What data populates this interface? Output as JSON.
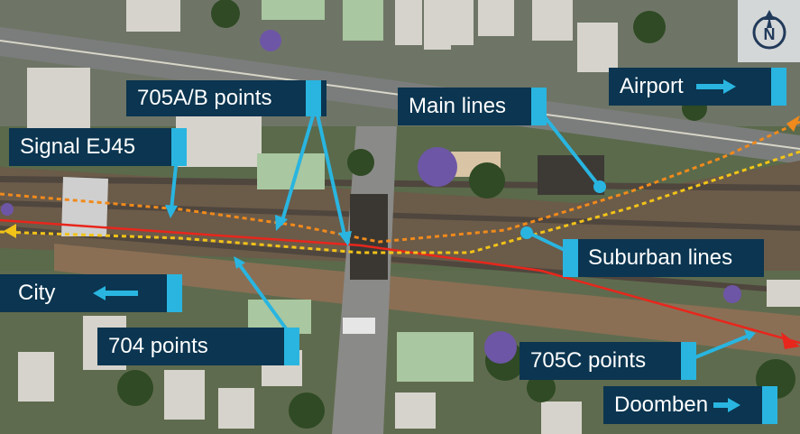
{
  "colors": {
    "label_bg": "#0b3550",
    "accent": "#29b5e0",
    "main_line_orange": "#f08a1c",
    "suburban_line_yellow": "#f2c318",
    "doomben_route_red": "#e8261c"
  },
  "compass": {
    "icon": "north-arrow-compass-icon",
    "letter": "N"
  },
  "labels": {
    "points_705ab": "705A/B points",
    "main_lines": "Main lines",
    "airport": "Airport",
    "signal": "Signal EJ45",
    "suburban_lines": "Suburban lines",
    "city": "City",
    "points_704": "704 points",
    "points_705c": "705C points",
    "doomben": "Doomben"
  },
  "direction_arrows": {
    "airport": "right-arrow-icon",
    "city": "left-arrow-icon",
    "doomben": "right-arrow-icon"
  }
}
